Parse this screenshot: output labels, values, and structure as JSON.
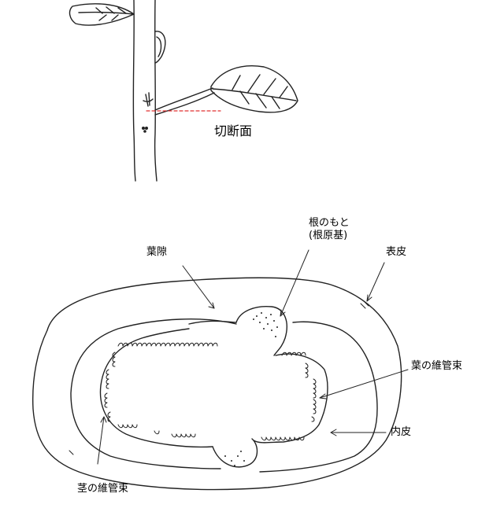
{
  "top_figure": {
    "cut_surface_label": "切断面"
  },
  "cross_section": {
    "labels": {
      "leaf_gap": "葉隙",
      "root_origin_line1": "根のもと",
      "root_origin_line2": "(根原基)",
      "epidermis": "表皮",
      "leaf_vascular_bundle": "葉の維管束",
      "endodermis": "内皮",
      "stem_vascular_bundle": "茎の維管束"
    }
  },
  "colors": {
    "ink": "#222222",
    "cut_line": "#e03030"
  }
}
